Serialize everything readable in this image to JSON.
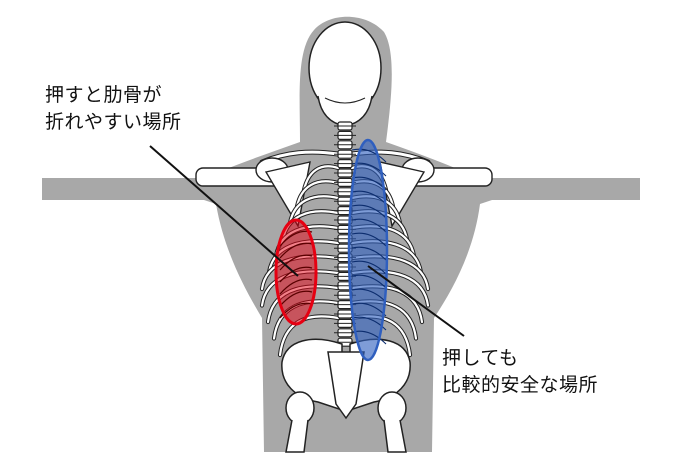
{
  "annotations": {
    "danger": {
      "line1": "押すと肋骨が",
      "line2": "折れやすい場所",
      "color": "#e60012"
    },
    "safe": {
      "line1": "押しても",
      "line2": "比較的安全な場所",
      "color": "#2f5fbf"
    }
  },
  "colors": {
    "silhouette": "#a8a8a8",
    "bone_fill": "#ffffff",
    "bone_stroke": "#222222",
    "background": "#ffffff"
  }
}
